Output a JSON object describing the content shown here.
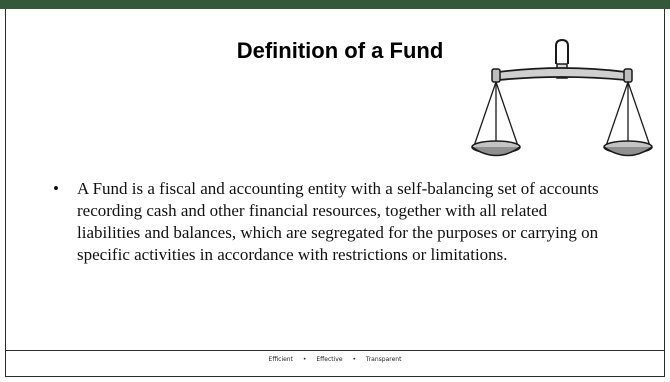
{
  "slide": {
    "title": "Definition of a Fund",
    "bullet_symbol": "•",
    "bullets": [
      "A Fund is a fiscal and accounting entity with a self-balancing set of accounts recording cash and other financial resources, together with all related liabilities and balances, which are segregated for the purposes or carrying on specific activities in accordance with restrictions or limitations."
    ],
    "image_icon": "balance-scale-icon",
    "footer": {
      "items": [
        "Efficient",
        "Effective",
        "Transparent"
      ],
      "separator": "•"
    }
  },
  "colors": {
    "top_bar": "#33583a",
    "frame": "#2b2b2b",
    "text": "#111111"
  }
}
